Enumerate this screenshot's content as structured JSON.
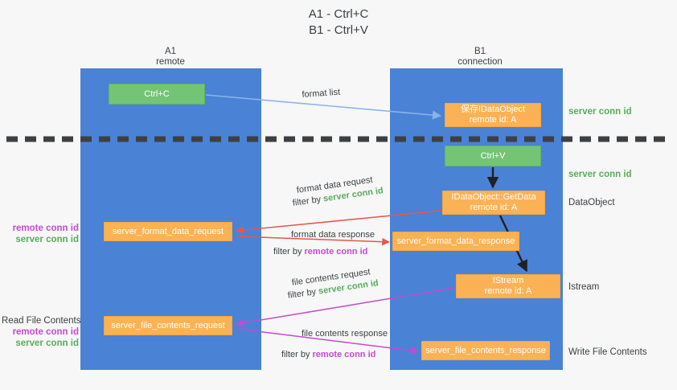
{
  "title": {
    "line1": "A1 - Ctrl+C",
    "line2": "B1 - Ctrl+V"
  },
  "columns": {
    "left": {
      "name": "A1",
      "role": "remote",
      "color": "#4a82d6"
    },
    "right": {
      "name": "B1",
      "role": "connection",
      "color": "#4a82d6"
    }
  },
  "colors": {
    "column": "#4a82d6",
    "green_node": "#74c476",
    "orange_node": "#fbb254",
    "server_conn": "#5aab5e",
    "remote_conn": "#c44ad0",
    "arrow_blue": "#8ab4e8",
    "arrow_red": "#e8564a",
    "arrow_magenta": "#c44ad0",
    "arrow_black": "#202124",
    "divider": "#3c4043",
    "background": "#f7f7f7"
  },
  "nodes": {
    "ctrl_c": {
      "label": "Ctrl+C",
      "style": "green"
    },
    "save_idataobject": {
      "line1": "保存IDataObject",
      "line2": "remote id: A",
      "style": "orange"
    },
    "ctrl_v": {
      "label": "Ctrl+V",
      "style": "green"
    },
    "getdata": {
      "line1": "IDataObject::GetData",
      "line2": "remote id: A",
      "style": "orange"
    },
    "istream": {
      "line1": "IStream",
      "line2": "remote id: A",
      "style": "orange"
    },
    "server_format_data_request": {
      "label": "server_format_data_request",
      "style": "orange"
    },
    "server_format_data_response": {
      "label": "server_format_data_response",
      "style": "orange"
    },
    "server_file_contents_request": {
      "label": "server_file_contents_request",
      "style": "orange"
    },
    "server_file_contents_response": {
      "label": "server_file_contents_response",
      "style": "orange"
    }
  },
  "right_labels": {
    "server_conn_top": "server conn id",
    "server_conn_mid": "server conn id",
    "dataobject": "DataObject",
    "istream": "Istream",
    "write_file_contents": "Write File Contents"
  },
  "left_labels": {
    "group1": {
      "remote": "remote conn id",
      "server": "server conn id"
    },
    "group2": {
      "heading": "Read File Contents",
      "remote": "remote conn id",
      "server": "server conn id"
    }
  },
  "annotations": {
    "format_list": "format list",
    "format_data_request": "format data request",
    "format_data_request_filter_prefix": "filter by ",
    "format_data_request_filter_key": "server conn id",
    "format_data_response": "format data response",
    "format_data_response_filter_prefix": "filter by ",
    "format_data_response_filter_key": "remote conn id",
    "file_contents_request": "file contents request",
    "file_contents_request_filter_prefix": "filter by ",
    "file_contents_request_filter_key": "server conn id",
    "file_contents_response": "file contents response",
    "file_contents_response_filter_prefix": "filter by ",
    "file_contents_response_filter_key": "remote conn id"
  }
}
